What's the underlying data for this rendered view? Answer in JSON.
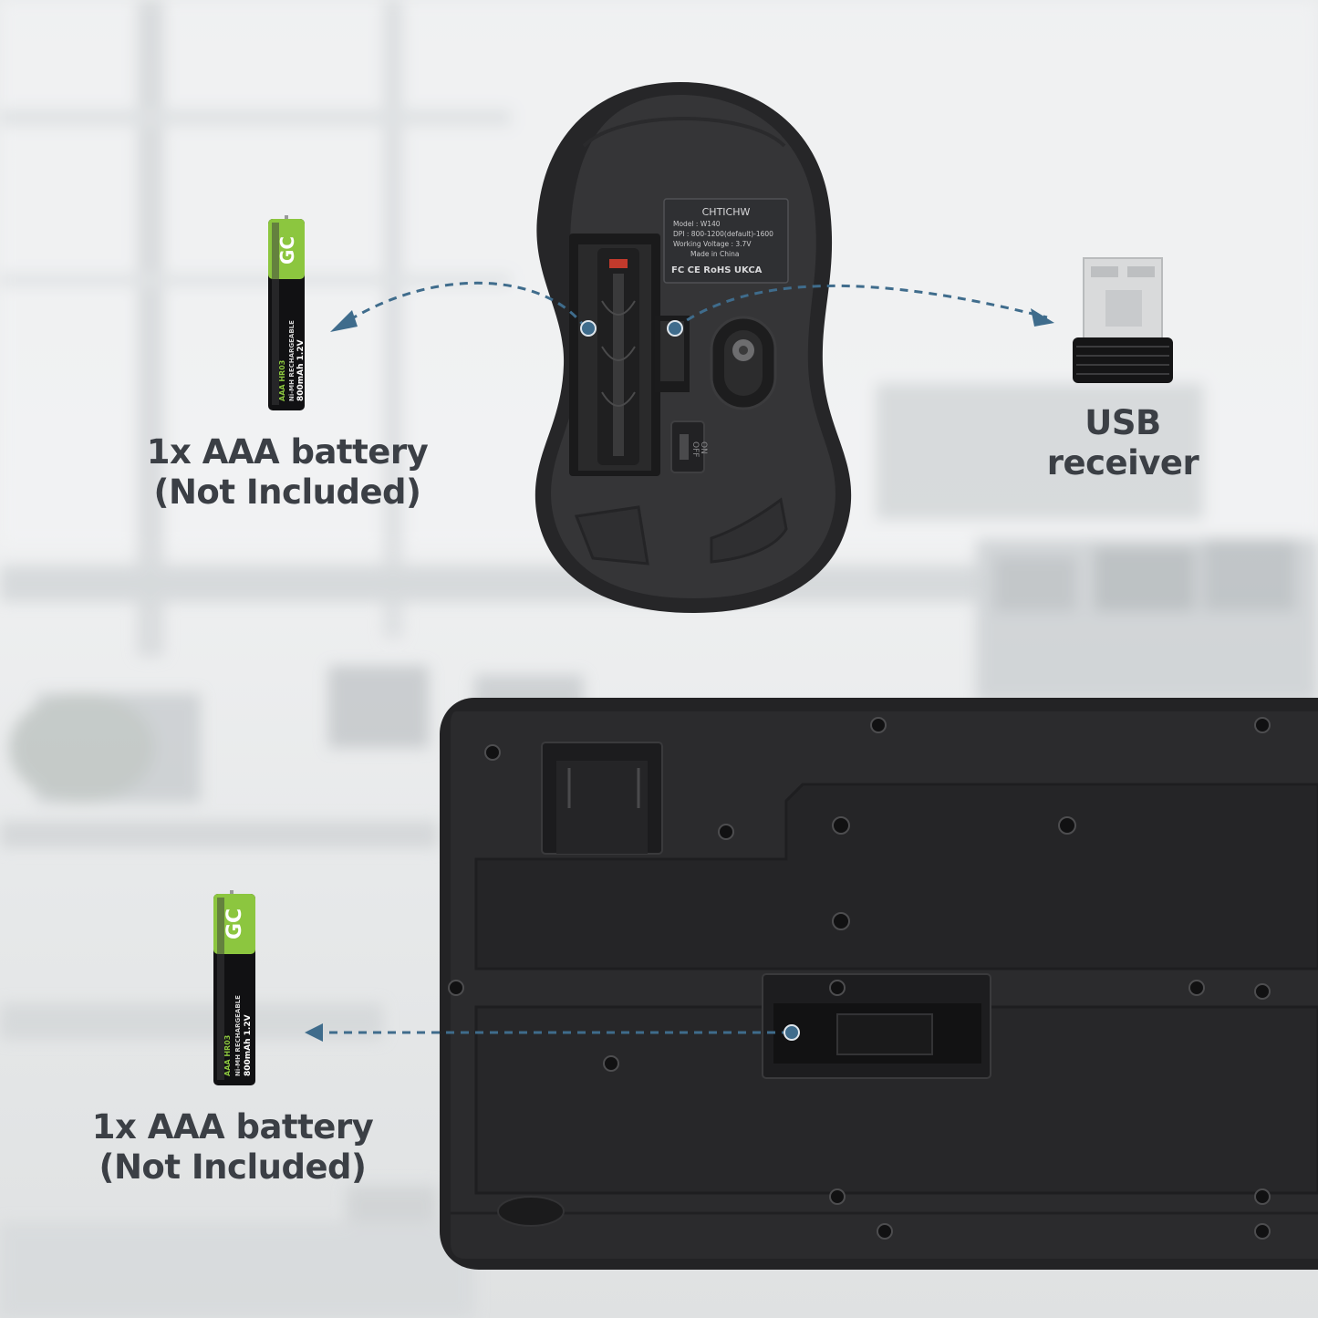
{
  "labels": {
    "mouse_battery_line1": "1x AAA battery",
    "mouse_battery_line2": "(Not Included)",
    "usb_receiver": "USB receiver",
    "keyboard_battery_line1": "1x AAA battery",
    "keyboard_battery_line2": "(Not Included)"
  },
  "battery": {
    "brand": "GC",
    "type": "AAA HR03",
    "chemistry": "Ni-MH RECHARGEABLE",
    "capacity": "800mAh 1.2V"
  },
  "mouse_sticker": {
    "brand": "CHTICHW",
    "model": "Model : W140",
    "dpi": "DPI : 800-1200(default)-1600",
    "voltage": "Working Voltage : 3.7V",
    "origin": "Made in China",
    "marks": "FC CE RoHS UKCA"
  },
  "mouse_switch": {
    "off": "OFF",
    "on": "ON"
  },
  "colors": {
    "label_text": "#3b3f45",
    "arrow": "#3f6c8c",
    "battery_green": "#8cc63f",
    "device_body": "#2b2b2d"
  }
}
